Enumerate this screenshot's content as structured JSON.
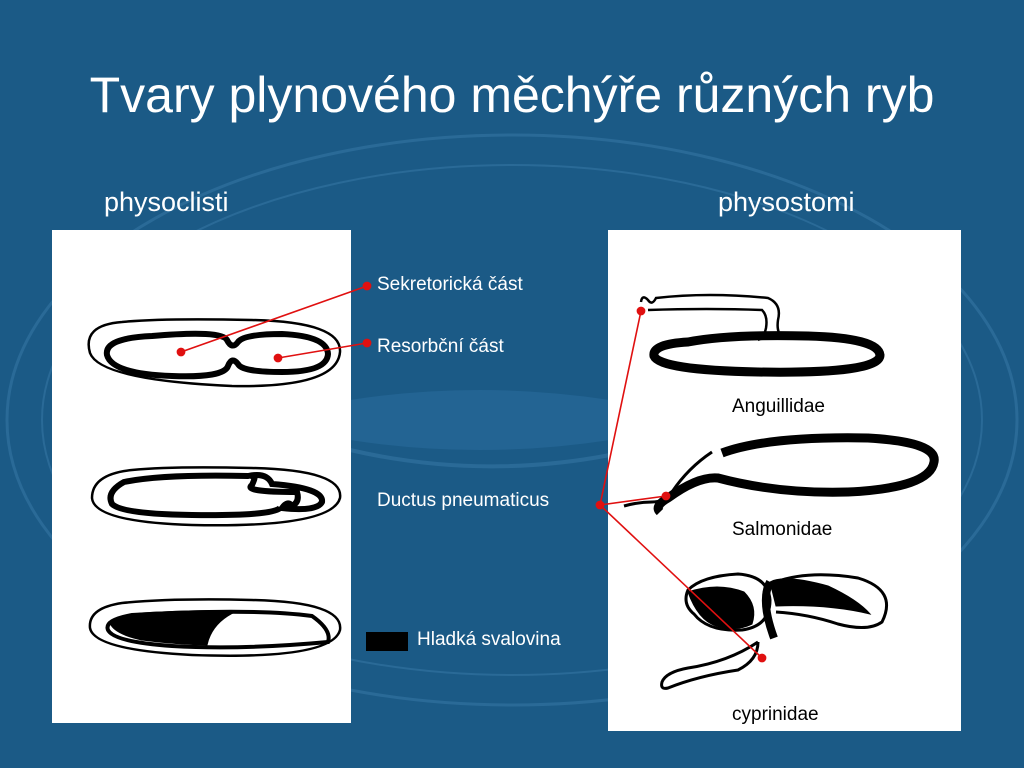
{
  "slide": {
    "title": "Tvary plynového měchýře různých ryb",
    "left_heading": "physoclisti",
    "right_heading": "physostomi"
  },
  "annotations": {
    "sekretoricka": "Sekretorická část",
    "resorbcni": "Resorbční část",
    "ductus": "Ductus pneumaticus",
    "hladka": "Hladká svalovina"
  },
  "families": {
    "anguillidae": "Anguillidae",
    "salmonidae": "Salmonidae",
    "cyprinidae": "cyprinidae"
  },
  "colors": {
    "background": "#1b5a86",
    "pointer": "#e01010",
    "panel": "#ffffff",
    "muscle": "#000000"
  }
}
